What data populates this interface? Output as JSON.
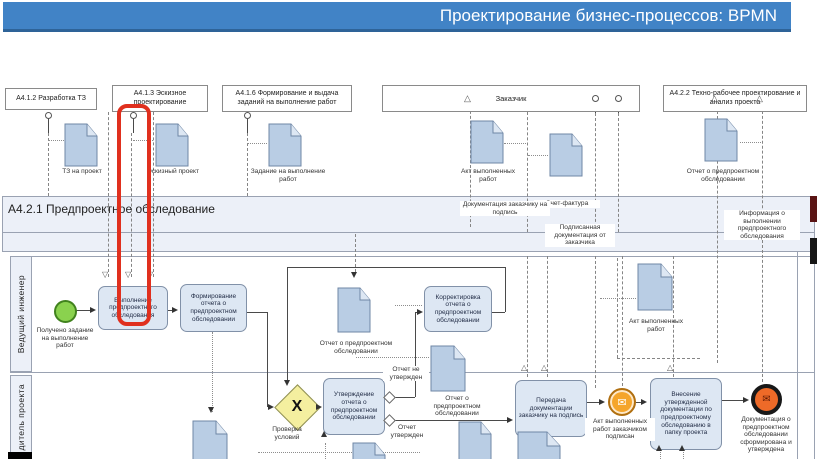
{
  "slide": {
    "title": "Проектирование бизнес-процессов: BPMN"
  },
  "external_boxes": [
    {
      "label": "А4.1.2 Разработка ТЗ"
    },
    {
      "label": "А4.1.3 Эскизное проектирование"
    },
    {
      "label": "А4.1.6 Формирование и выдача заданий на выполнение работ"
    },
    {
      "label": "Заказчик"
    },
    {
      "label": "А4.2.2 Техно-рабочее проектирование и анализ проекта"
    }
  ],
  "documents": [
    {
      "label": "ТЗ на проект"
    },
    {
      "label": "Эскизный проект"
    },
    {
      "label": "Задание на выполнение работ"
    },
    {
      "label": "Акт выполненных работ"
    },
    {
      "label": "Счет-фактура"
    },
    {
      "label": "Отчет о предпроектном обследовании"
    },
    {
      "label": "Отчет о предпроектном обследовании"
    },
    {
      "label": "Акт выполненных работ"
    },
    {
      "label": "Отчет о предпроектном обследовании"
    }
  ],
  "pool": {
    "title": "А4.2.1 Предпроектное обследование",
    "flow_notes": [
      {
        "label": "Документация заказчику на подпись"
      },
      {
        "label": "Подписанная документация от заказчика"
      },
      {
        "label": "Информация о выполнении предпроектного обследования"
      }
    ],
    "lanes": [
      {
        "label": "Ведущий инженер"
      },
      {
        "label": "дитель проекта"
      }
    ]
  },
  "tasks": [
    {
      "label": "Выполнение предпроектного обследования"
    },
    {
      "label": "Формирование отчета о предпроектном обследовании"
    },
    {
      "label": "Корректировка отчета о предпроектном обследовании"
    },
    {
      "label": "Утверждение отчета о предпроектном обследовании"
    },
    {
      "label": "Передача документации заказчику на подпись"
    },
    {
      "label": "Внесение утвержденной документации по предпроектному обследованию в папку проекта"
    }
  ],
  "events": {
    "start": {
      "label": "Получено задание на выполнение работ"
    },
    "message": {
      "label": "Акт выполненных работ заказчиком подписан"
    },
    "end": {
      "label": "Документация о предпроектном обследовании сформирована и утверждена"
    }
  },
  "gateway": {
    "label": "Проверка условий",
    "symbol": "X"
  },
  "flow_labels": [
    {
      "label": "Отчет не утвержден"
    },
    {
      "label": "Отчет утвержден"
    }
  ],
  "icons": {
    "envelope": "✉",
    "tri_up": "△",
    "tri_down": "▽"
  },
  "colors": {
    "header_blue": "#4183c6",
    "task_fill": "#dde7f3",
    "document_fill": "#b9cde4",
    "pool_fill": "#ecf0f8",
    "highlight_red": "#e0301e",
    "start_green": "#8ad24e",
    "gateway_yellow": "#f4ef9f",
    "message_orange": "#f5a52a",
    "end_orange": "#ee6a28"
  }
}
